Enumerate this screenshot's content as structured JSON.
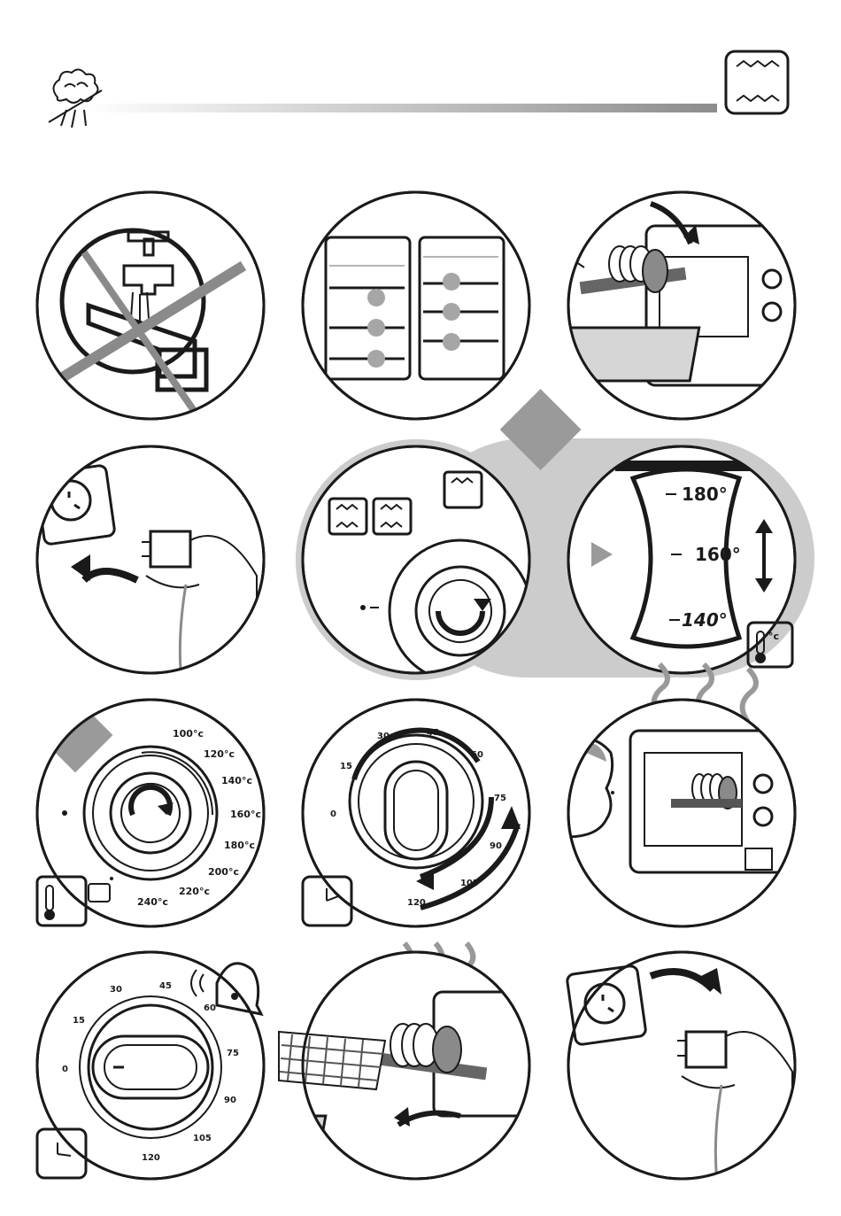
{
  "header": {
    "steam_icon": "steam-icon",
    "oven_icon": "oven-element-icon"
  },
  "temperature_dial": {
    "upper": "180°",
    "middle": "160°",
    "lower": "140°",
    "unit": "°c"
  },
  "temp_knob": {
    "labels": [
      "100°c",
      "120°c",
      "140°c",
      "160°c",
      "180°c",
      "200°c",
      "220°c",
      "240°c"
    ]
  },
  "timer_knob": {
    "labels": [
      "0",
      "15",
      "30",
      "45",
      "60",
      "75",
      "90",
      "105",
      "120"
    ]
  },
  "timer_knob_step7": {
    "labels": [
      "0",
      "15",
      "30",
      "45",
      "60",
      "75",
      "90",
      "105",
      "120"
    ]
  },
  "colors": {
    "gray_tab": "#9a9a9a",
    "panel_gray": "#cccccc",
    "ink": "#1a1a1a"
  }
}
